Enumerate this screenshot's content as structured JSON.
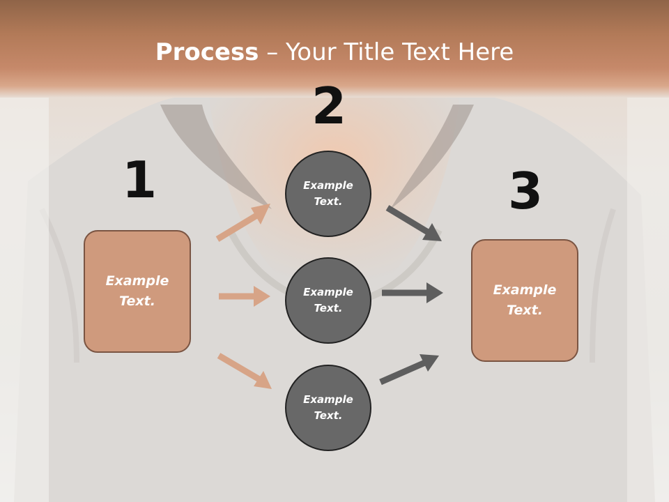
{
  "slide": {
    "title_bold": "Process",
    "title_rest": " – Your Title Text Here"
  },
  "steps": {
    "one": "1",
    "two": "2",
    "three": "3"
  },
  "boxes": {
    "left": "Example Text.",
    "right": "Example Text."
  },
  "circles": [
    {
      "text": "Example Text."
    },
    {
      "text": "Example Text."
    },
    {
      "text": "Example Text."
    }
  ],
  "colors": {
    "title_band": "#b27a58",
    "box_fill": "#cf9a7d",
    "box_border": "#7a5442",
    "circle_fill": "#686868",
    "arrow_left": "#d7a487",
    "arrow_right": "#5e5e5e"
  }
}
